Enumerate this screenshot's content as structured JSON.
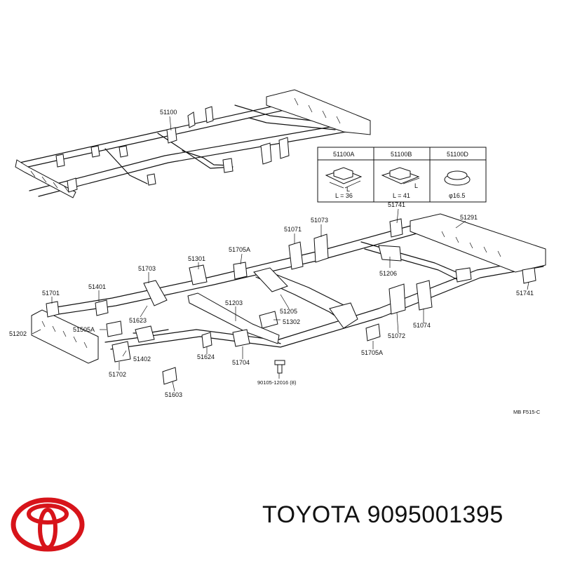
{
  "top_callout": "51100",
  "inset": {
    "headers": [
      "51100A",
      "51100B",
      "51100D"
    ],
    "captions": [
      "L = 36",
      "L = 41",
      "φ16.5"
    ],
    "dim_letter": "L"
  },
  "callouts": {
    "c51741_top": "51741",
    "c51291": "51291",
    "c51071": "51071",
    "c51073": "51073",
    "c51705A_top": "51705A",
    "c51301": "51301",
    "c51703": "51703",
    "c51206": "51206",
    "c51741_right": "51741",
    "c51701": "51701",
    "c51401": "51401",
    "c51203": "51203",
    "c51205": "51205",
    "c51302": "51302",
    "c51623": "51623",
    "c51202": "51202",
    "c51505A": "51505A",
    "c51072": "51072",
    "c51074": "51074",
    "c51402": "51402",
    "c51624": "51624",
    "c51704": "51704",
    "c51705A_bottom": "51705A",
    "c51702": "51702",
    "c90105": "90105-12016 (8)",
    "c51603": "51603"
  },
  "figure_code": "MB  F515-C",
  "brand": {
    "name": "TOYOTA",
    "part_number": "9095001395",
    "logo_color": "#d7141a"
  }
}
